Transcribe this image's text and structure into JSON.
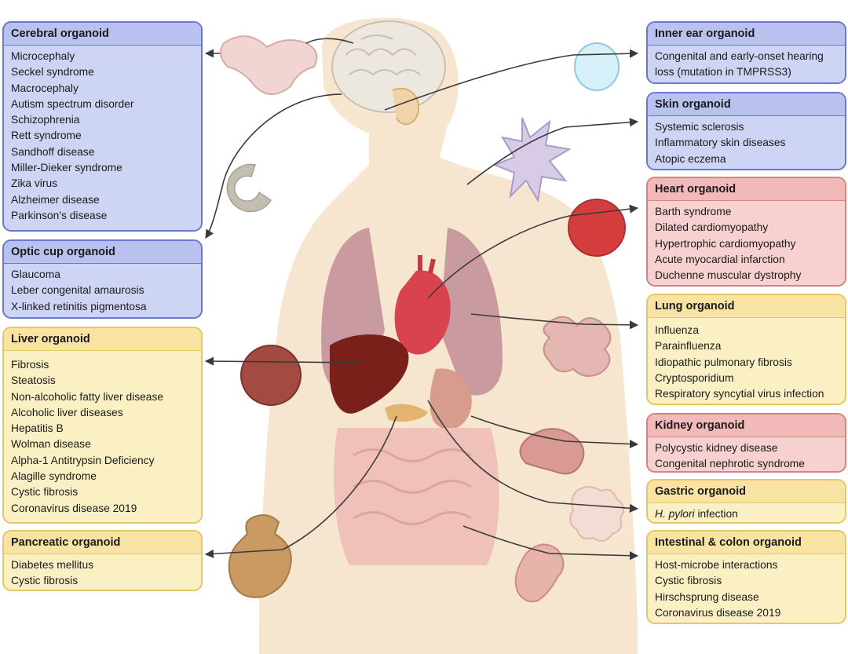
{
  "cards": {
    "cerebral": {
      "title": "Cerebral organoid",
      "items": [
        "Microcephaly",
        "Seckel syndrome",
        "Macrocephaly",
        "Autism spectrum disorder",
        "Schizophrenia",
        "Rett syndrome",
        "Sandhoff disease",
        "Miller-Dieker syndrome",
        "Zika virus",
        "Alzheimer disease",
        "Parkinson's disease"
      ]
    },
    "optic": {
      "title": "Optic cup organoid",
      "items": [
        "Glaucoma",
        "Leber congenital amaurosis",
        "X-linked retinitis pigmentosa"
      ]
    },
    "liver": {
      "title": "Liver organoid",
      "items": [
        "Fibrosis",
        "Steatosis",
        "Non-alcoholic fatty liver disease",
        "Alcoholic liver diseases",
        "Hepatitis B",
        "Wolman disease",
        "Alpha-1 Antitrypsin Deficiency",
        "Alagille syndrome",
        "Cystic fibrosis",
        "Coronavirus disease 2019"
      ]
    },
    "pancreatic": {
      "title": "Pancreatic organoid",
      "items": [
        "Diabetes mellitus",
        "Cystic fibrosis"
      ]
    },
    "inner_ear": {
      "title": "Inner ear organoid",
      "items": [
        "Congenital and early-onset hearing loss (mutation in TMPRSS3)"
      ]
    },
    "skin": {
      "title": "Skin organoid",
      "items": [
        "Systemic sclerosis",
        "Inflammatory skin diseases",
        "Atopic eczema"
      ]
    },
    "heart": {
      "title": "Heart organoid",
      "items": [
        "Barth syndrome",
        "Dilated cardiomyopathy",
        "Hypertrophic cardiomyopathy",
        "Acute myocardial infarction",
        "Duchenne muscular dystrophy"
      ]
    },
    "lung": {
      "title": "Lung organoid",
      "items": [
        "Influenza",
        "Parainfluenza",
        "Idiopathic pulmonary fibrosis",
        "Cryptosporidium",
        "Respiratory syncytial virus infection"
      ]
    },
    "kidney": {
      "title": "Kidney organoid",
      "items": [
        "Polycystic kidney disease",
        "Congenital nephrotic syndrome"
      ]
    },
    "gastric": {
      "title": "Gastric organoid",
      "pathogen": "H. pylori",
      "suffix": " infection"
    },
    "intestinal": {
      "title": "Intestinal & colon organoid",
      "items": [
        "Host-microbe interactions",
        "Cystic fibrosis",
        "Hirschsprung disease",
        "Coronavirus disease 2019"
      ]
    }
  },
  "colors": {
    "blue_fill": "#cdd4f4",
    "blue_border": "#6b78d0",
    "yellow_fill": "#fbefc4",
    "yellow_border": "#e6c665",
    "red_fill": "#f7d0d0",
    "red_border": "#d98080",
    "skin": "#f7e6cf",
    "arrow": "#3a3a3a"
  }
}
